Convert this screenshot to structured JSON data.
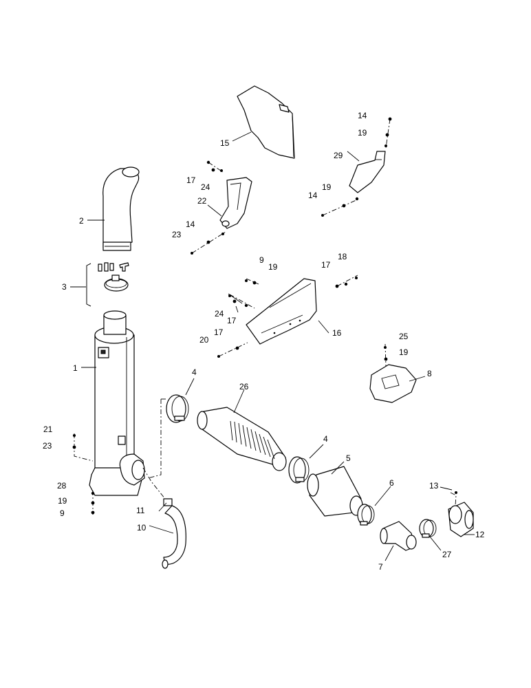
{
  "callouts": {
    "c1": "1",
    "c2": "2",
    "c3": "3",
    "c4a": "4",
    "c4b": "4",
    "c5": "5",
    "c6": "6",
    "c7": "7",
    "c8": "8",
    "c9a": "9",
    "c9b": "9",
    "c10": "10",
    "c11": "11",
    "c12": "12",
    "c13": "13",
    "c14a": "14",
    "c14b": "14",
    "c14c": "14",
    "c15": "15",
    "c16": "16",
    "c17a": "17",
    "c17b": "17",
    "c17c": "17",
    "c17d": "17",
    "c18": "18",
    "c19a": "19",
    "c19b": "19",
    "c19c": "19",
    "c19d": "19",
    "c19e": "19",
    "c20": "20",
    "c21": "21",
    "c22": "22",
    "c23a": "23",
    "c23b": "23",
    "c24a": "24",
    "c24b": "24",
    "c25": "25",
    "c26": "26",
    "c27": "27",
    "c28": "28",
    "c29": "29"
  }
}
